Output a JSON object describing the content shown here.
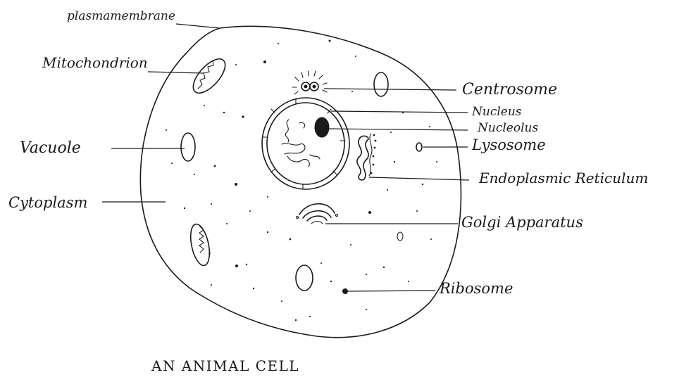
{
  "labels": {
    "plasma_membrane": "plasmamembrane",
    "mitochondrion": "Mitochondrion",
    "vacuole": "Vacuole",
    "cytoplasm": "Cytoplasm",
    "centrosome": "Centrosome",
    "nucleus": "Nucleus",
    "nucleolus": "Nucleolus",
    "lysosome": "Lysosome",
    "endoplasmic_reticulum": "Endoplasmic Reticulum",
    "golgi_apparatus": "Golgi Apparatus",
    "ribosome": "Ribosome"
  },
  "caption": "AN ANIMAL CELL",
  "colors": {
    "ink": "#1a1a1a",
    "paper": "#ffffff"
  }
}
